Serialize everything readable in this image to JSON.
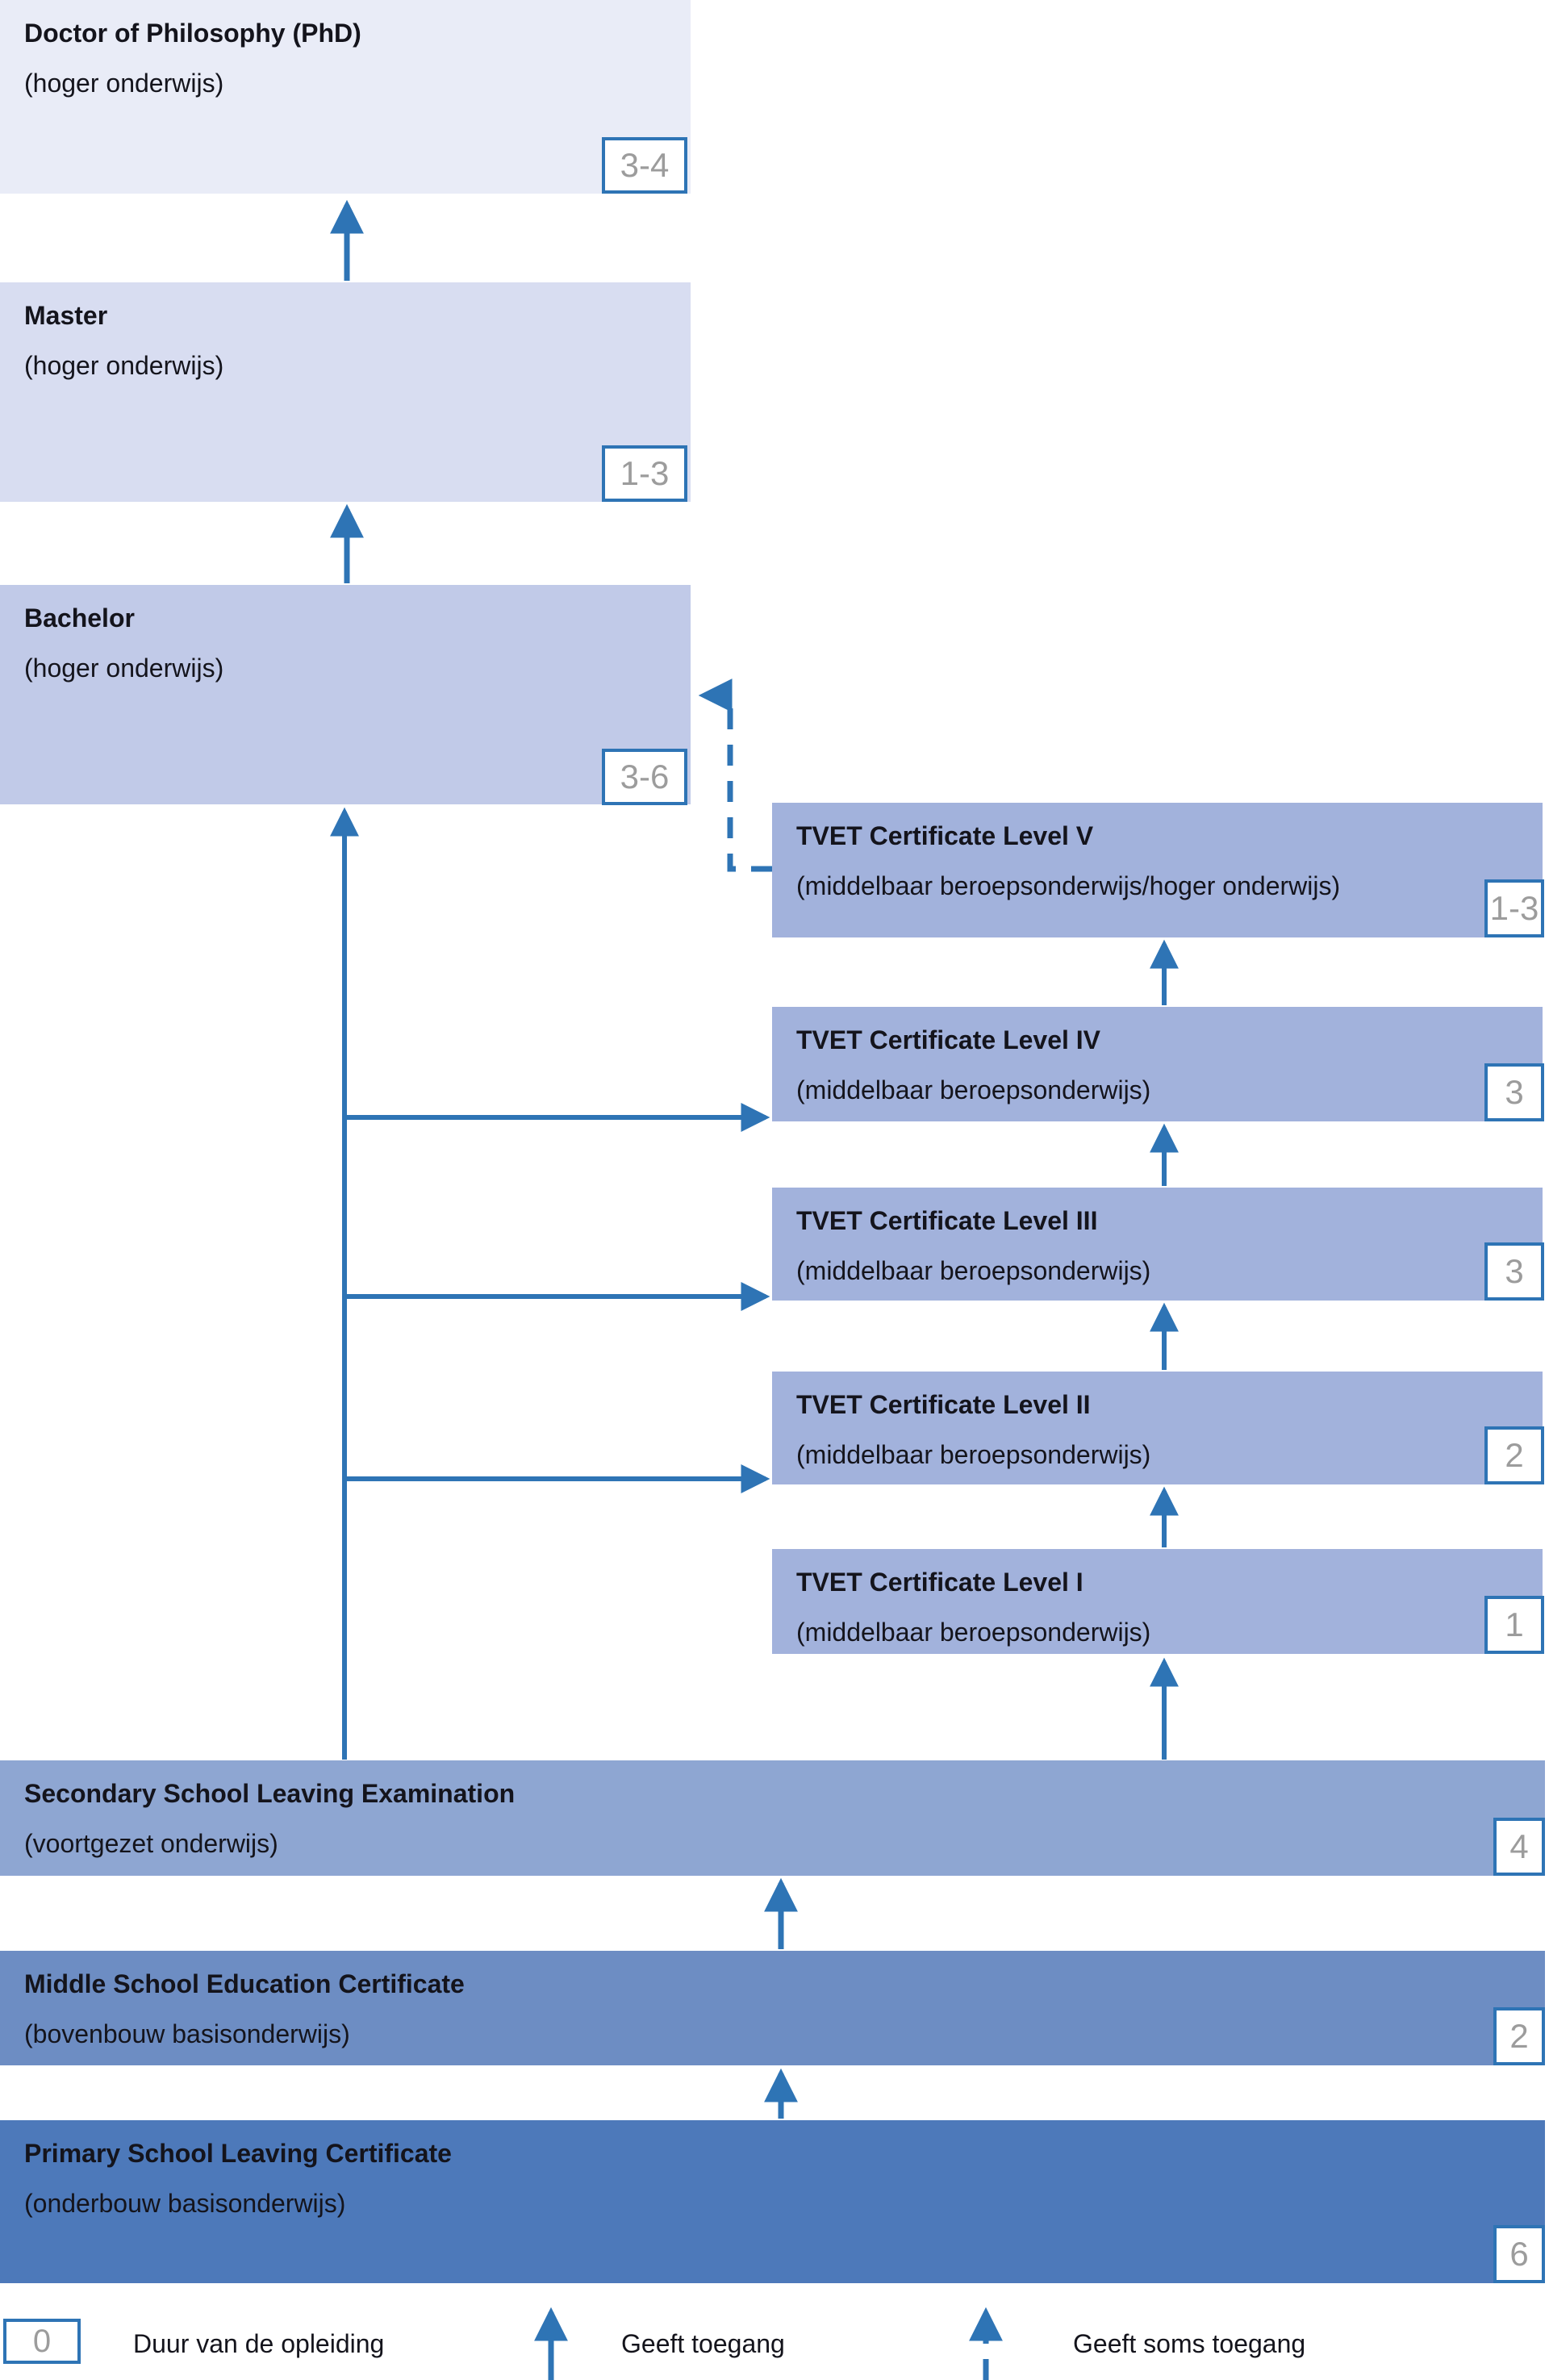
{
  "diagram": {
    "boxes": {
      "phd": {
        "title": "Doctor of Philosophy (PhD)",
        "subtitle": "(hoger onderwijs)",
        "duration": "3-4"
      },
      "master": {
        "title": "Master",
        "subtitle": "(hoger onderwijs)",
        "duration": "1-3"
      },
      "bachelor": {
        "title": "Bachelor",
        "subtitle": "(hoger onderwijs)",
        "duration": "3-6"
      },
      "tvet5": {
        "title": "TVET Certificate Level V",
        "subtitle": "(middelbaar beroepsonderwijs/hoger onderwijs)",
        "duration": "1-3"
      },
      "tvet4": {
        "title": "TVET Certificate Level IV",
        "subtitle": "(middelbaar beroepsonderwijs)",
        "duration": "3"
      },
      "tvet3": {
        "title": "TVET Certificate Level III",
        "subtitle": "(middelbaar beroepsonderwijs)",
        "duration": "3"
      },
      "tvet2": {
        "title": "TVET Certificate Level II",
        "subtitle": "(middelbaar beroepsonderwijs)",
        "duration": "2"
      },
      "tvet1": {
        "title": "TVET Certificate Level I",
        "subtitle": "(middelbaar beroepsonderwijs)",
        "duration": "1"
      },
      "secondary": {
        "title": "Secondary School Leaving Examination",
        "subtitle": "(voortgezet onderwijs)",
        "duration": "4"
      },
      "middle": {
        "title": "Middle School Education Certificate",
        "subtitle": "(bovenbouw basisonderwijs)",
        "duration": "2"
      },
      "primary": {
        "title": "Primary School Leaving Certificate",
        "subtitle": "(onderbouw basisonderwijs)",
        "duration": "6"
      }
    },
    "legend": {
      "duration_symbol": "0",
      "duration_label": "Duur van de opleiding",
      "access_label": "Geeft toegang",
      "sometimes_access_label": "Geeft soms toegang"
    },
    "colors": {
      "arrow": "#2e74b5",
      "badge_text": "#9c9c9c",
      "phd": "#e9ecf7",
      "master": "#d8ddf1",
      "bachelor": "#c1cae8",
      "tvet": "#a2b2dc",
      "secondary": "#8ea6d2",
      "middle": "#6d8dc3",
      "primary": "#4d79ba"
    }
  }
}
